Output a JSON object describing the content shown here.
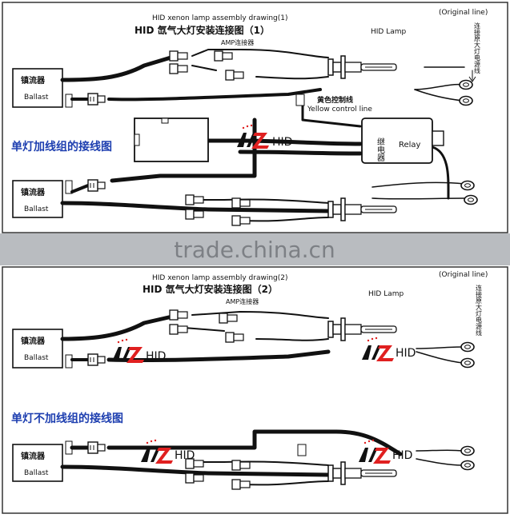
{
  "panel1": {
    "title_en": "HID xenon lamp assembly drawing(1)",
    "title_cn": "HID 氙气大灯安装连接图（1）",
    "amp_label": "AMP连接器",
    "original_line": "(Original line)",
    "original_line_cn": "连接原大灯电源线",
    "hid_lamp": "HID Lamp",
    "ballast_cn": "镇流器",
    "ballast_en": "Ballast",
    "yellow_cn": "黄色控制线",
    "yellow_en": "Yellow control line",
    "relay_cn": "继电器",
    "relay_en": "Relay",
    "side_heading": "单灯加线组的接线图",
    "logo_text": "HID"
  },
  "panel2": {
    "title_en": "HID xenon lamp assembly drawing(2)",
    "title_cn": "HID 氙气大灯安装连接图（2）",
    "amp_label": "AMP连接器",
    "original_line": "(Original line)",
    "original_line_cn": "连接原大灯电源线",
    "hid_lamp": "HID Lamp",
    "ballast_cn": "镇流器",
    "ballast_en": "Ballast",
    "side_heading": "单灯不加线组的接线图",
    "logo_text": "HID"
  },
  "watermark": "trade.china.cn",
  "colors": {
    "heading_blue": "#1e3fb0",
    "wire": "#111111",
    "logo_red": "#e02020",
    "banner": "#b9bcc0"
  }
}
